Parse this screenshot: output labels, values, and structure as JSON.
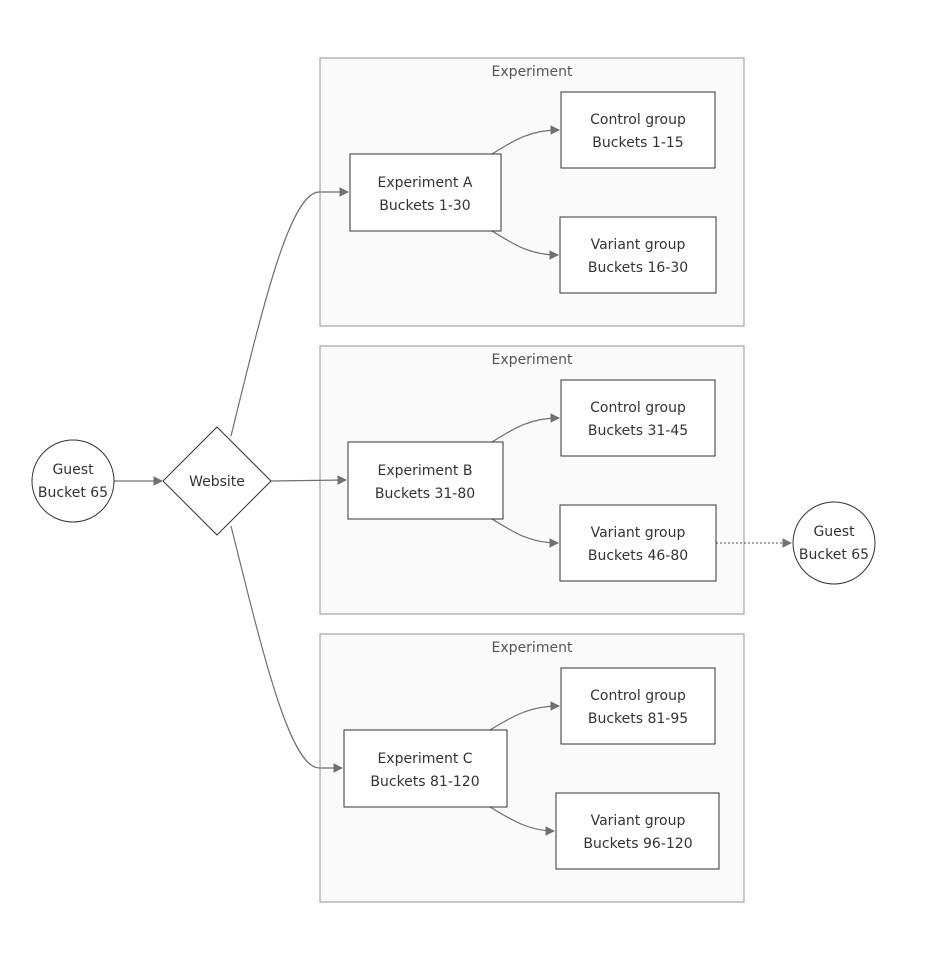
{
  "clusters": [
    {
      "id": "a",
      "label": "Experiment"
    },
    {
      "id": "b",
      "label": "Experiment"
    },
    {
      "id": "c",
      "label": "Experiment"
    }
  ],
  "nodes": {
    "guest_in": {
      "line1": "Guest",
      "line2": "Bucket 65"
    },
    "website": {
      "line1": "Website"
    },
    "exp_a": {
      "line1": "Experiment A",
      "line2": "Buckets 1-30"
    },
    "ctrl_a": {
      "line1": "Control group",
      "line2": "Buckets 1-15"
    },
    "var_a": {
      "line1": "Variant group",
      "line2": "Buckets 16-30"
    },
    "exp_b": {
      "line1": "Experiment B",
      "line2": "Buckets 31-80"
    },
    "ctrl_b": {
      "line1": "Control group",
      "line2": "Buckets 31-45"
    },
    "var_b": {
      "line1": "Variant group",
      "line2": "Buckets 46-80"
    },
    "exp_c": {
      "line1": "Experiment C",
      "line2": "Buckets 81-120"
    },
    "ctrl_c": {
      "line1": "Control group",
      "line2": "Buckets 81-95"
    },
    "var_c": {
      "line1": "Variant group",
      "line2": "Buckets 96-120"
    },
    "guest_out": {
      "line1": "Guest",
      "line2": "Bucket 65"
    }
  },
  "edges": [
    {
      "from": "guest_in",
      "to": "website",
      "style": "solid"
    },
    {
      "from": "website",
      "to": "exp_a",
      "style": "solid"
    },
    {
      "from": "website",
      "to": "exp_b",
      "style": "solid"
    },
    {
      "from": "website",
      "to": "exp_c",
      "style": "solid"
    },
    {
      "from": "exp_a",
      "to": "ctrl_a",
      "style": "solid"
    },
    {
      "from": "exp_a",
      "to": "var_a",
      "style": "solid"
    },
    {
      "from": "exp_b",
      "to": "ctrl_b",
      "style": "solid"
    },
    {
      "from": "exp_b",
      "to": "var_b",
      "style": "solid"
    },
    {
      "from": "exp_c",
      "to": "ctrl_c",
      "style": "solid"
    },
    {
      "from": "exp_c",
      "to": "var_c",
      "style": "solid"
    },
    {
      "from": "var_b",
      "to": "guest_out",
      "style": "dotted"
    }
  ],
  "colors": {
    "cluster_fill": "#fafafa",
    "cluster_stroke": "#a6a6a6",
    "node_stroke": "#333333",
    "edge": "#707070"
  }
}
